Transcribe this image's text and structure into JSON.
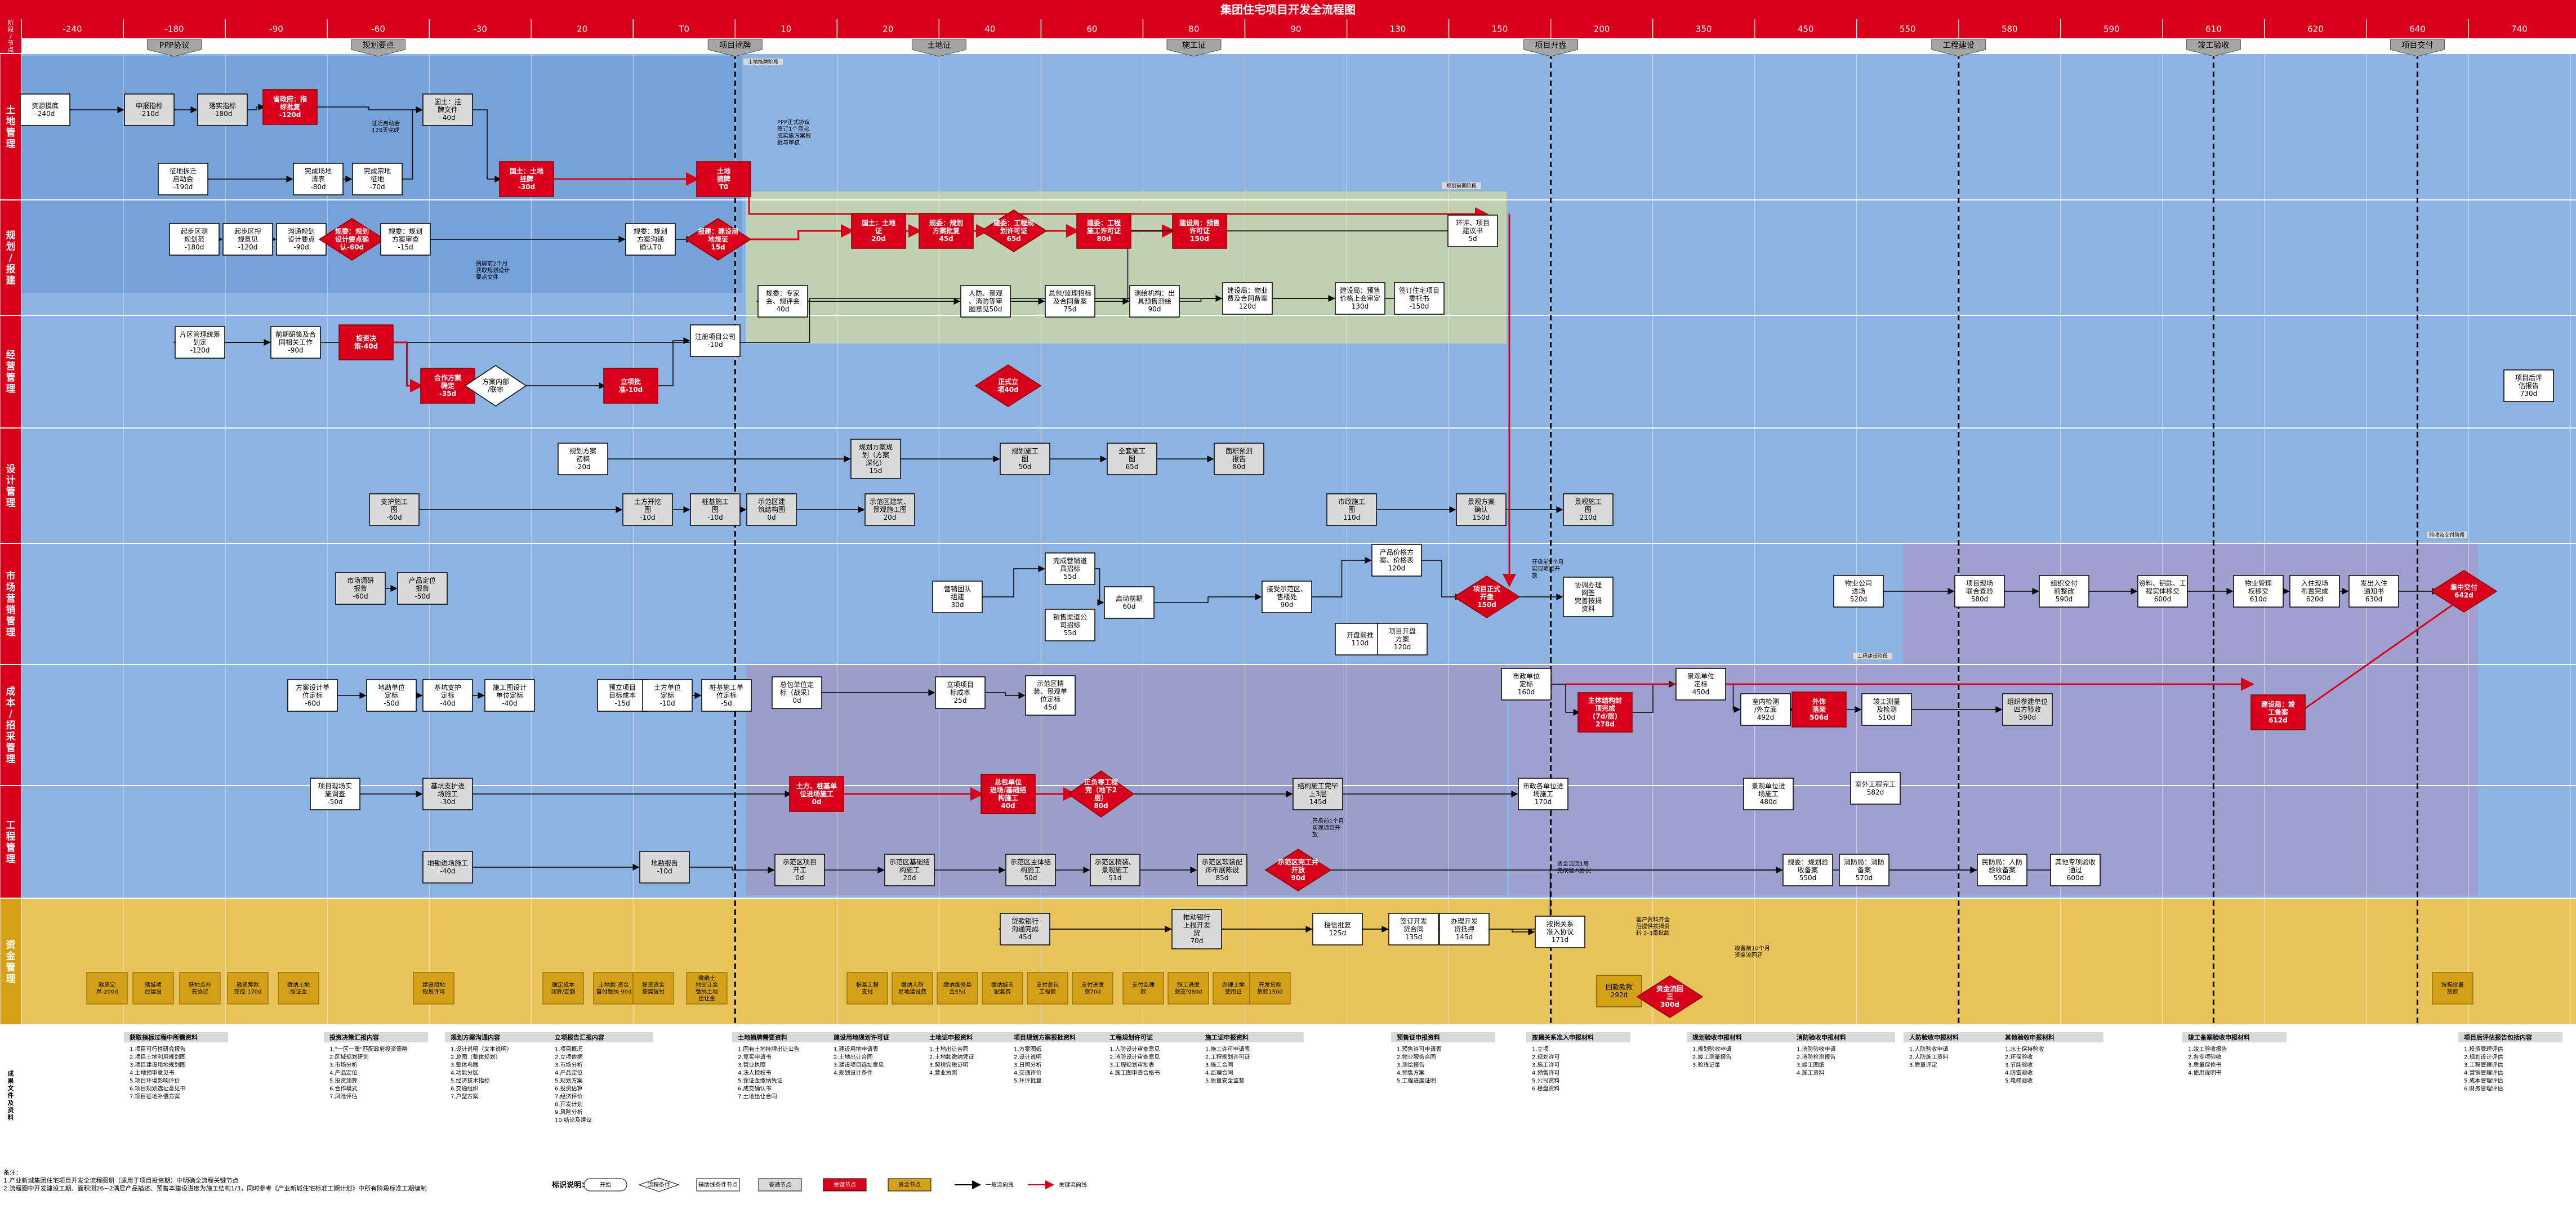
{
  "title": "集团住宅项目开发全流程图",
  "colors": {
    "red": "#d9001b",
    "blue": "#7fa8d8",
    "lightblue": "#a9c6e8",
    "green": "#c9d6a8",
    "purple": "#a59ac9",
    "gold": "#d4a017",
    "grey": "#d9d9d9"
  },
  "timeline": [
    "-240",
    "-180",
    "-90",
    "-60",
    "-30",
    "20",
    "T0",
    "10",
    "20",
    "40",
    "60",
    "80",
    "90",
    "130",
    "150",
    "200",
    "350",
    "450",
    "550",
    "580",
    "590",
    "610",
    "620",
    "640",
    "740"
  ],
  "milestones": [
    "PPP协议",
    "规划要点",
    "项目摘牌",
    "土地证",
    "施工证",
    "项目开盘",
    "工程建设",
    "竣工验收",
    "项目交付"
  ],
  "lanes": [
    "土地管理",
    "规划/报建",
    "经营管理",
    "设计管理",
    "市场营销管理",
    "成本/招采管理",
    "工程管理",
    "资金管理",
    "成果文件及资料"
  ],
  "lane_header": "阶段/节点",
  "nodes": [
    {
      "t": "资源摸底\n-240d",
      "type": "white"
    },
    {
      "t": "申报指标\n-210d",
      "type": "grey"
    },
    {
      "t": "落实指标\n-180d",
      "type": "grey"
    },
    {
      "t": "省政府：指\n标批复\n-120d",
      "type": "red"
    },
    {
      "t": "征地拆迁\n启动会\n-190d",
      "type": "white"
    },
    {
      "t": "完成场地\n清表\n-80d",
      "type": "white"
    },
    {
      "t": "完成宗地\n征地\n-70d",
      "type": "white"
    },
    {
      "t": "国土：挂\n牌文件\n-40d",
      "type": "grey"
    },
    {
      "t": "国土：土地\n挂牌\n-30d",
      "type": "red"
    },
    {
      "t": "土地\n摘牌\nT0",
      "type": "red"
    },
    {
      "t": "起步区测\n规划范\n-180d",
      "type": "white"
    },
    {
      "t": "起步区控\n规意见\n-120d",
      "type": "white"
    },
    {
      "t": "沟通规划\n设计要点\n-90d",
      "type": "white"
    },
    {
      "t": "规委：规划\n设计要点确\n认-60d",
      "type": "red"
    },
    {
      "t": "规委：规划\n方案审查\n-15d",
      "type": "white"
    },
    {
      "t": "规委：规划\n方案沟通\n确认T0",
      "type": "white"
    },
    {
      "t": "报建：建设用\n地规证\n15d",
      "type": "red"
    },
    {
      "t": "国土：土地\n证\n20d",
      "type": "red"
    },
    {
      "t": "规委：规划\n方案批复\n45d",
      "type": "red"
    },
    {
      "t": "建委：工程规\n划许可证\n65d",
      "type": "red"
    },
    {
      "t": "建委：工程\n施工许可证\n80d",
      "type": "red"
    },
    {
      "t": "建设局：预售\n许可证\n150d",
      "type": "red"
    },
    {
      "t": "环评、项目\n建议书\n5d",
      "type": "white"
    },
    {
      "t": "规委：专家\n会、规评会\n40d",
      "type": "white"
    },
    {
      "t": "人防、景观\n、消防等审\n图意见50d",
      "type": "white"
    },
    {
      "t": "总包/监理招标\n及合同备案\n75d",
      "type": "white"
    },
    {
      "t": "测绘机构：出\n具预售测绘\n90d",
      "type": "white"
    },
    {
      "t": "建设局：物业\n费及合同备案\n120d",
      "type": "white"
    },
    {
      "t": "建设局：预售\n价格上会审定\n130d",
      "type": "white"
    },
    {
      "t": "签订住宅项目\n委托书\n-150d",
      "type": "white"
    },
    {
      "t": "片区管理统筹\n划定\n-120d",
      "type": "white"
    },
    {
      "t": "前期研策及合\n同相关工作\n-90d",
      "type": "white"
    },
    {
      "t": "投资决\n策-40d",
      "type": "red"
    },
    {
      "t": "合作方案\n确定\n-35d",
      "type": "red"
    },
    {
      "t": "方案内部\n/联审",
      "type": "diamond"
    },
    {
      "t": "立项批\n准-10d",
      "type": "red"
    },
    {
      "t": "注册项目公司\n-10d",
      "type": "white"
    },
    {
      "t": "正式立\n项40d",
      "type": "red"
    },
    {
      "t": "规划方案\n初稿\n-20d",
      "type": "white"
    },
    {
      "t": "规划方案规\n划（方案\n深化）\n15d",
      "type": "grey"
    },
    {
      "t": "规划施工\n图\n50d",
      "type": "grey"
    },
    {
      "t": "全套施工\n图\n65d",
      "type": "grey"
    },
    {
      "t": "面积预测\n报告\n80d",
      "type": "grey"
    },
    {
      "t": "支护施工\n图\n-60d",
      "type": "grey"
    },
    {
      "t": "土方开挖\n图\n-10d",
      "type": "grey"
    },
    {
      "t": "桩基施工\n图\n-10d",
      "type": "grey"
    },
    {
      "t": "示范区建\n筑结构图\n0d",
      "type": "grey"
    },
    {
      "t": "示范区建筑、\n景观施工图\n20d",
      "type": "grey"
    },
    {
      "t": "市政施工\n图\n110d",
      "type": "grey"
    },
    {
      "t": "景观方案\n确认\n150d",
      "type": "grey"
    },
    {
      "t": "景观施工\n图\n210d",
      "type": "grey"
    },
    {
      "t": "市场调研\n报告\n-60d",
      "type": "grey"
    },
    {
      "t": "产品定位\n报告\n-50d",
      "type": "grey"
    },
    {
      "t": "营销团队\n组建\n30d",
      "type": "white"
    },
    {
      "t": "完成营销道\n具招标\n55d",
      "type": "white"
    },
    {
      "t": "销售渠道公\n司招标\n55d",
      "type": "white"
    },
    {
      "t": "启动前期\n60d",
      "type": "white"
    },
    {
      "t": "接受示范区、\n售楼处\n90d",
      "type": "white"
    },
    {
      "t": "产品价格方\n案、价格表\n120d",
      "type": "white"
    },
    {
      "t": "开盘前推\n110d",
      "type": "white"
    },
    {
      "t": "项目开盘\n方案\n120d",
      "type": "white"
    },
    {
      "t": "项目正式\n开盘\n150d",
      "type": "red"
    },
    {
      "t": "协调办理\n网签\n完善按揭\n资料",
      "type": "white"
    },
    {
      "t": "物业公司\n进场\n520d",
      "type": "white"
    },
    {
      "t": "项目现场\n联合查验\n580d",
      "type": "white"
    },
    {
      "t": "组织交付\n前整改\n590d",
      "type": "white"
    },
    {
      "t": "资料、钥匙、工\n程实体移交\n600d",
      "type": "white"
    },
    {
      "t": "物业管理\n权移交\n610d",
      "type": "white"
    },
    {
      "t": "入住现场\n布置完成\n620d",
      "type": "white"
    },
    {
      "t": "发出入住\n通知书\n630d",
      "type": "white"
    },
    {
      "t": "集中交付\n642d",
      "type": "red"
    },
    {
      "t": "项目后评\n估报告\n730d",
      "type": "white"
    },
    {
      "t": "方案设计单\n位定标\n-60d",
      "type": "white"
    },
    {
      "t": "地勘单位\n定标\n-50d",
      "type": "white"
    },
    {
      "t": "基坑支护\n定标\n-40d",
      "type": "white"
    },
    {
      "t": "施工图设计\n单位定标\n-40d",
      "type": "white"
    },
    {
      "t": "预立项目\n目标成本\n-15d",
      "type": "white"
    },
    {
      "t": "土方单位\n定标\n-10d",
      "type": "white"
    },
    {
      "t": "桩基施工单\n位定标\n-5d",
      "type": "white"
    },
    {
      "t": "总包单位定\n标（战采）\n0d",
      "type": "white"
    },
    {
      "t": "立项项目\n标成本\n25d",
      "type": "white"
    },
    {
      "t": "示范区精\n装、景观单\n位定标\n45d",
      "type": "white"
    },
    {
      "t": "市政单位\n定标\n160d",
      "type": "white"
    },
    {
      "t": "主体结构封\n顶完成\n(7d/层)\n278d",
      "type": "red"
    },
    {
      "t": "景观单位\n定标\n450d",
      "type": "white"
    },
    {
      "t": "室内检测\n/外立面\n492d",
      "type": "white"
    },
    {
      "t": "外饰\n落架\n506d",
      "type": "red"
    },
    {
      "t": "竣工测量\n及检测\n510d",
      "type": "white"
    },
    {
      "t": "组织参建单位\n四方验收\n590d",
      "type": "grey"
    },
    {
      "t": "建设局：竣\n工备案\n612d",
      "type": "red"
    },
    {
      "t": "项目现场实\n施调查\n-50d",
      "type": "white"
    },
    {
      "t": "基坑支护进\n场施工\n-30d",
      "type": "grey"
    },
    {
      "t": "土方、桩基单\n位进场施工\n0d",
      "type": "red"
    },
    {
      "t": "总包单位\n进场/基础结\n构施工\n40d",
      "type": "red"
    },
    {
      "t": "正负零工程\n完（地下2\n层）\n80d",
      "type": "red"
    },
    {
      "t": "结构施工完毕\n上3层\n145d",
      "type": "grey"
    },
    {
      "t": "市政各单位进\n场施工\n170d",
      "type": "white"
    },
    {
      "t": "景观单位进\n场施工\n480d",
      "type": "white"
    },
    {
      "t": "室外工程完工\n582d",
      "type": "white"
    },
    {
      "t": "地勘进场施工\n-40d",
      "type": "grey"
    },
    {
      "t": "地勘报告\n-10d",
      "type": "grey"
    },
    {
      "t": "示范区项目\n开工\n0d",
      "type": "grey"
    },
    {
      "t": "示范区基础结\n构施工\n20d",
      "type": "grey"
    },
    {
      "t": "示范区主体结\n构施工\n50d",
      "type": "grey"
    },
    {
      "t": "示范区精装、\n景观施工\n51d",
      "type": "grey"
    },
    {
      "t": "示范区软装配\n饰布展陈设\n85d",
      "type": "grey"
    },
    {
      "t": "示范区完工并\n开放\n90d",
      "type": "red"
    },
    {
      "t": "规委：规划验\n收备案\n550d",
      "type": "white"
    },
    {
      "t": "消防局：消防\n备案\n570d",
      "type": "white"
    },
    {
      "t": "民防局：人防\n验收备案\n590d",
      "type": "white"
    },
    {
      "t": "其他专项验收\n通过\n600d",
      "type": "white"
    },
    {
      "t": "贷款银行\n沟通完成\n45d",
      "type": "grey"
    },
    {
      "t": "推动银行\n上报开发\n贷\n70d",
      "type": "grey"
    },
    {
      "t": "授信批复\n125d",
      "type": "white"
    },
    {
      "t": "签订开发\n贷合同\n135d",
      "type": "white"
    },
    {
      "t": "办理开发\n贷抵押\n145d",
      "type": "white"
    },
    {
      "t": "按揭关系\n准入协议\n171d",
      "type": "white"
    },
    {
      "t": "回款款款\n292d",
      "type": "gold"
    },
    {
      "t": "资金流回\n正\n300d",
      "type": "red"
    }
  ],
  "gold_chips": [
    "融资定\n界-200d",
    "落城项\n目建设",
    "获地点补\n充协议",
    "融资筹款\n完成-170d",
    "缴纳土地\n保证金",
    "建设用地\n规划许可",
    "确定成本\n测算/定额",
    "土地款-资金\n首付缴纳-90d",
    "投资资金\n按需拨付",
    "缴纳土\n地出让金\n缴纳土地\n出让金",
    "桩基工程\n支付",
    "缴纳人防\n易地建设费",
    "缴纳维修基\n金55d",
    "缴纳城市\n配套费",
    "支付总包\n工程款",
    "支付进度\n款70d",
    "支付监理\n款",
    "施工进度\n款支付80d",
    "办理土地\n使用证",
    "开发贷款\n放款150d",
    "按揭批量\n放款"
  ],
  "notes": {
    "n1": "PPP正式协议\n签订1个月完\n成实施方案报\n批与审核",
    "n2": "征迁启动会\n120天完成",
    "n3": "摘牌前2个月\n获取规划设计\n要点文件",
    "n4": "开盘前5个月\n实现项目开\n放",
    "n5": "开盘前1个月\n实现项目开\n放",
    "n6": "竣备前10个月\n资金流回正",
    "n7": "资金流回1周\n完成准入协议",
    "n8": "客户资料齐全\n后提供按揭资\n料 2-3周批款"
  },
  "section_labels": [
    "土地摘牌阶段",
    "规划前期阶段",
    "工程建设阶段",
    "验收及交付阶段"
  ],
  "docs": {
    "titles": [
      "获取指标过程中所需资料",
      "投资决策汇报内容",
      "规划方案沟通内容",
      "立项报告汇报内容",
      "土地摘牌需要资料",
      "建设用地规划许可证",
      "土地证申报资料",
      "项目规划方案报批资料",
      "工程规划许可证",
      "施工证申报资料",
      "预售证申报资料",
      "按揭关系准入申报材料",
      "规划验收申报材料",
      "消防验收申报材料",
      "人防验收申报材料",
      "其他验收申报材料",
      "竣工备案验收申报材料",
      "项目后评估报告包括内容"
    ],
    "items": [
      [
        "1.项目可行性研究报告",
        "2.项目土地利用规划图",
        "3.项目建设用地规划图",
        "4.土地预审意见书",
        "5.项目环境影响评价",
        "6.项目规划选址意见书",
        "7.项目征地补偿方案"
      ],
      [
        "1.\"一区一策\"匹配政府投资策略",
        "2.区域规划研究",
        "3.市场分析",
        "4.产品定位",
        "5.投资测算",
        "6.合作模式",
        "7.风险评估"
      ],
      [
        "1.设计说明（文本说明）",
        "2.总图（整体规划）",
        "3.整体鸟瞰",
        "4.功能分区",
        "5.经济技术指标",
        "6.交通组织",
        "7.户型方案"
      ],
      [
        "1.项目概况",
        "2.立项依据",
        "3.市场分析",
        "4.产品定位",
        "5.规划方案",
        "6.投资估算",
        "7.经济评价",
        "8.开发计划",
        "9.风险分析",
        "10.结论及建议"
      ],
      [
        "1.国有土地挂牌出让公告",
        "2.竞买申请书",
        "3.营业执照",
        "4.法人授权书",
        "5.保证金缴纳凭证",
        "6.成交确认书",
        "7.土地出让合同"
      ],
      [
        "1.建设用地申请表",
        "2.土地出让合同",
        "3.建设项目选址意见",
        "4.规划设计条件"
      ],
      [
        "1.土地出让合同",
        "2.土地款缴纳凭证",
        "3.契税完税证明",
        "4.营业执照"
      ],
      [
        "1.方案图纸",
        "2.设计说明",
        "3.日照分析",
        "4.交通评价",
        "5.环评批复"
      ],
      [
        "1.人防设计审查意见",
        "2.消防设计审查意见",
        "3.工程规划审批表",
        "4.施工图审查合格书"
      ],
      [
        "1.施工许可申请表",
        "2.工程规划许可证",
        "3.施工合同",
        "4.监理合同",
        "5.质量安全监督"
      ],
      [
        "1.预售许可申请表",
        "2.物业服务合同",
        "3.测绘报告",
        "4.预售方案",
        "5.工程进度证明"
      ],
      [
        "1.立项",
        "2.规划许可",
        "3.施工许可",
        "4.预售许可",
        "5.公司资料",
        "6.楼盘资料"
      ],
      [
        "1.规划验收申请",
        "2.竣工测量报告",
        "3.验线记录"
      ],
      [
        "1.消防验收申请",
        "2.消防检测报告",
        "3.竣工图纸",
        "4.施工资料"
      ],
      [
        "1.人防验收申请",
        "2.人防施工资料",
        "3.质量评定"
      ],
      [
        "1.水土保持验收",
        "2.环保验收",
        "3.节能验收",
        "4.防雷验收",
        "5.电梯验收"
      ],
      [
        "1.竣工验收报告",
        "2.各专项验收",
        "3.质量保修书",
        "4.使用说明书"
      ],
      [
        "1.投资管理评估",
        "2.规划设计评估",
        "3.工程管理评估",
        "4.营销管理评估",
        "5.成本管理评估",
        "6.财务管理评估"
      ]
    ]
  },
  "footnotes": [
    "备注：",
    "1.产业新城集团住宅项目开发全流程图册（适用于项目投资期）中明确全流程关键节点",
    "2.流程图中开发建设工期、面积测26~2满层产品描述、预售本建设进度为施工结构1/3，同时参考《产业新城住宅标准工期计划》中所有阶段标准工期编制"
  ],
  "legend": {
    "label": "标识说明：",
    "items": [
      "开始",
      "流程条件",
      "辅助线条件节点",
      "普通节点",
      "关键节点",
      "资金节点",
      "一般流向线",
      "关键流向线"
    ]
  }
}
